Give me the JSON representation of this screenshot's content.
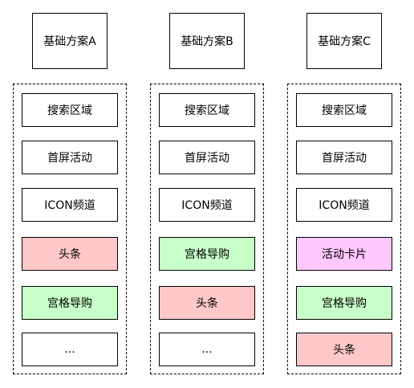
{
  "colors": {
    "red": "#ffc8c8",
    "green": "#c8ffc8",
    "pink": "#ffc8ff",
    "white": "#ffffff"
  },
  "plans": [
    {
      "title": "基础方案A",
      "blocks": [
        {
          "label": "搜索区域",
          "color": "white"
        },
        {
          "label": "首屏活动",
          "color": "white"
        },
        {
          "label": "ICON频道",
          "color": "white"
        },
        {
          "label": "头条",
          "color": "red"
        },
        {
          "label": "宫格导购",
          "color": "green"
        },
        {
          "label": "...",
          "color": "white"
        }
      ]
    },
    {
      "title": "基础方案B",
      "blocks": [
        {
          "label": "搜索区域",
          "color": "white"
        },
        {
          "label": "首屏活动",
          "color": "white"
        },
        {
          "label": "ICON频道",
          "color": "white"
        },
        {
          "label": "宫格导购",
          "color": "green"
        },
        {
          "label": "头条",
          "color": "red"
        },
        {
          "label": "...",
          "color": "white"
        }
      ]
    },
    {
      "title": "基础方案C",
      "blocks": [
        {
          "label": "搜索区域",
          "color": "white"
        },
        {
          "label": "首屏活动",
          "color": "white"
        },
        {
          "label": "ICON频道",
          "color": "white"
        },
        {
          "label": "活动卡片",
          "color": "pink"
        },
        {
          "label": "宫格导购",
          "color": "green"
        },
        {
          "label": "头条",
          "color": "red"
        }
      ]
    }
  ]
}
